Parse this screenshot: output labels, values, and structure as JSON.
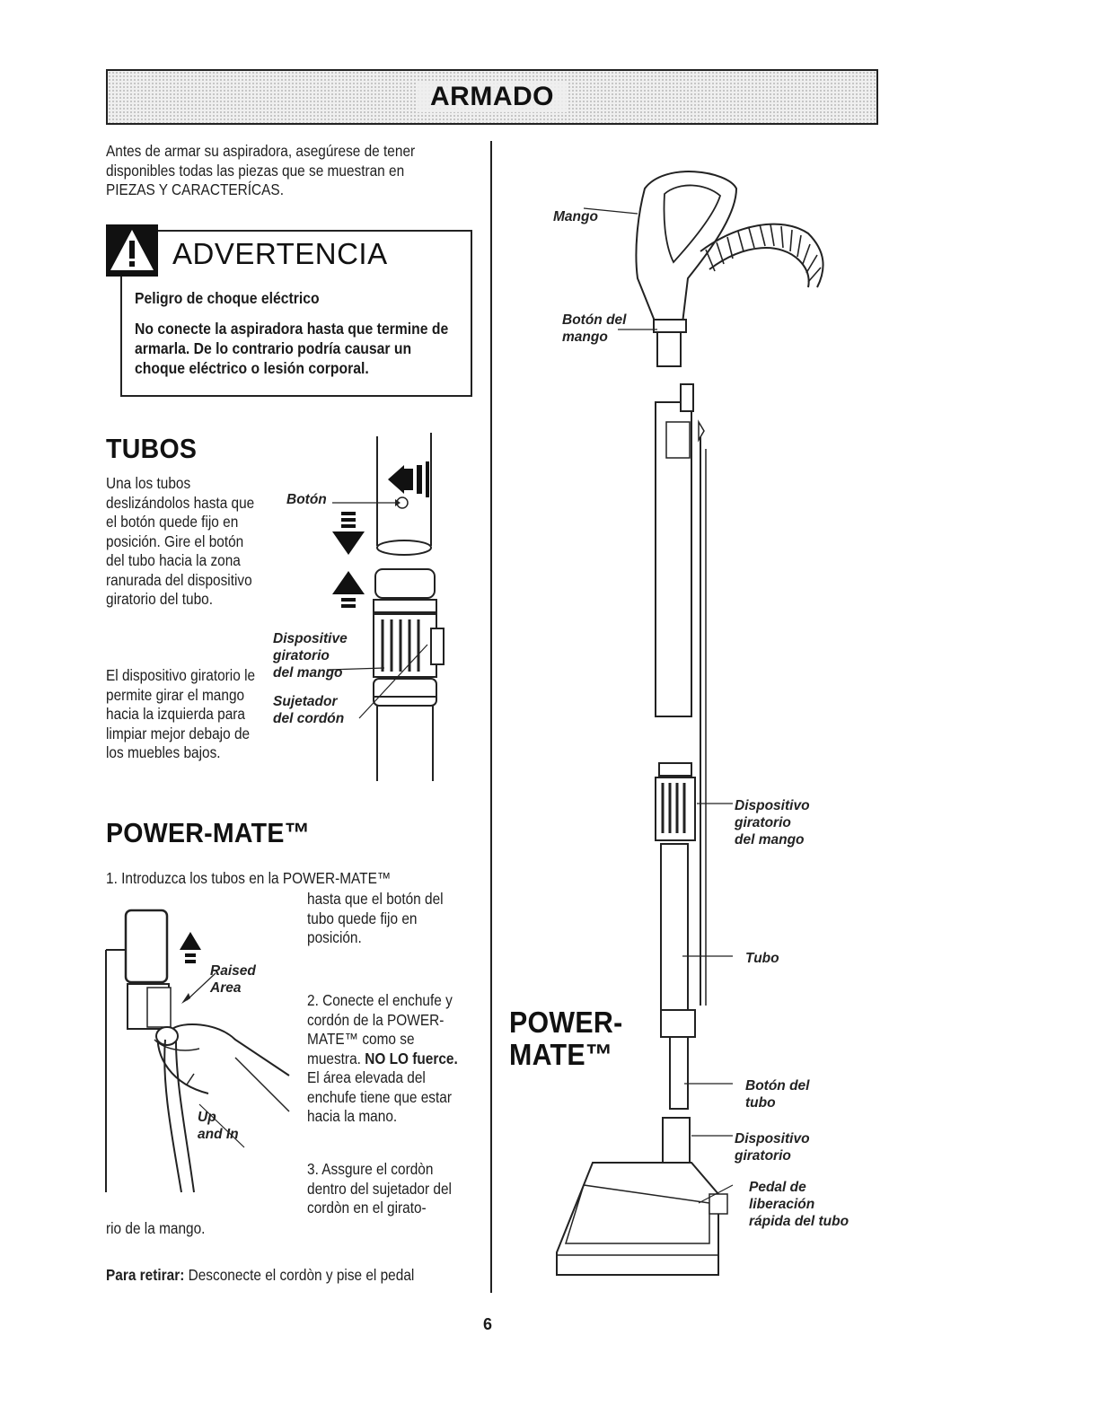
{
  "header": {
    "title": "ARMADO"
  },
  "intro": {
    "text": "Antes de armar su aspiradora, asegúrese de tener disponibles todas las piezas que se muestran en PIEZAS Y CARACTERÍCAS."
  },
  "warning": {
    "title": "ADVERTENCIA",
    "subtitle": "Peligro de choque eléctrico",
    "body": "No conecte la aspiradora hasta que termine de armarla. De lo contrario podría causar un choque eléctrico o lesión corporal."
  },
  "tubos": {
    "heading": "TUBOS",
    "para1": "Una los tubos deslizándolos hasta que el botón quede fijo en posición. Gire el botón del tubo hacia la zona ranurada del dispositivo giratorio del tubo.",
    "para2": "El dispositivo giratorio le permite girar el mango hacia la izquierda para limpiar mejor debajo de los muebles bajos.",
    "labels": {
      "boton": "Botón",
      "dispositive": "Dispositive",
      "giratorio": "giratorio",
      "del_mango": "del mango",
      "sujetador": "Sujetador",
      "del_cordon": "del cordón"
    }
  },
  "powermate": {
    "heading": "POWER-MATE™",
    "step1_line1": "1. Introduzca los tubos en la POWER-MATE™",
    "step1_rest": "hasta que el botón del tubo quede fijo en posición.",
    "step2_pre": "2. Conecte el enchufe y cordón de la POWER-MATE™ como se muestra.",
    "step2_bold": "NO LO fuerce.",
    "step2_post": "El área elevada del enchufe tiene que estar hacia la mano.",
    "step3": "3. Assgure el cordòn dentro del sujetador del cordòn en el girato-",
    "step3_cont": "rio de la mango.",
    "retirar_label": "Para retirar:",
    "retirar_text": "Desconecte el cordòn y pise el pedal",
    "labels": {
      "raised": "Raised",
      "area": "Area",
      "up": "Up",
      "and_in": "and In"
    }
  },
  "right_diagram": {
    "mango": "Mango",
    "boton_del": "Botón del",
    "mango2": "mango",
    "dispositivo": "Dispositivo",
    "giratorio": "giratorio",
    "del_mango": "del mango",
    "tubo": "Tubo",
    "boton_del_tubo1": "Botón del",
    "boton_del_tubo2": "tubo",
    "dispositivo2": "Dispositivo",
    "giratorio2": "giratorio",
    "pedal1": "Pedal de",
    "pedal2": "liberación",
    "pedal3": "rápida del tubo",
    "pm_label1": "POWER-",
    "pm_label2": "MATE™"
  },
  "page_number": "6"
}
